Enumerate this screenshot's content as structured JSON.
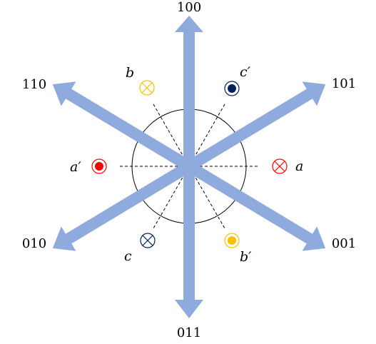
{
  "vectors": [
    {
      "label": "100",
      "angle_deg": 90
    },
    {
      "label": "101",
      "angle_deg": 30
    },
    {
      "label": "001",
      "angle_deg": -30
    },
    {
      "label": "011",
      "angle_deg": -90
    },
    {
      "label": "010",
      "angle_deg": -150
    },
    {
      "label": "110",
      "angle_deg": 150
    }
  ],
  "windings": [
    {
      "label": "a",
      "symbol": "cross",
      "color": "#ff0000"
    },
    {
      "label": "a′",
      "symbol": "dot",
      "color": "#ff0000"
    },
    {
      "label": "b",
      "symbol": "cross",
      "color": "#ffc000"
    },
    {
      "label": "b′",
      "symbol": "dot",
      "color": "#ffc000"
    },
    {
      "label": "c",
      "symbol": "cross",
      "color": "#002060"
    },
    {
      "label": "c′",
      "symbol": "dot",
      "color": "#002060"
    }
  ],
  "colors": {
    "arrow": "#8faadc",
    "circle": "#000000",
    "dashed": "#000000"
  }
}
